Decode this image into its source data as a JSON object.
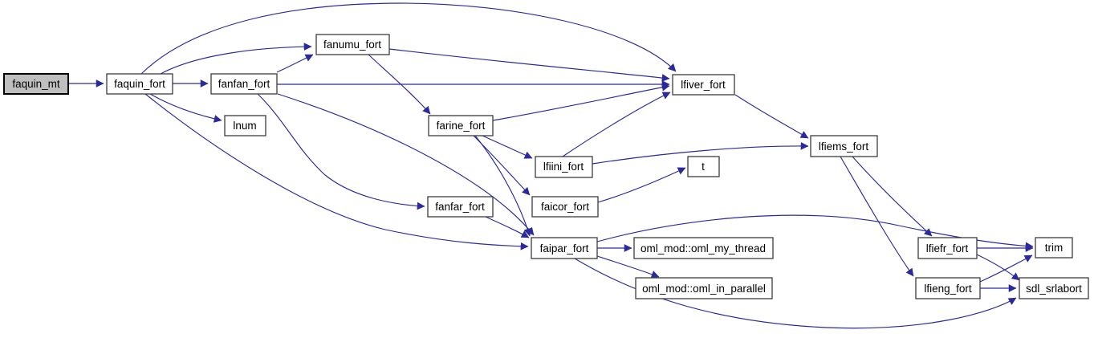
{
  "diagram": {
    "type": "call-graph",
    "edge_color": "#2a2a9c",
    "node_border_color": "#3c3c3c",
    "highlight_fill": "#bfbfbf",
    "nodes": [
      {
        "id": "faquin_mt",
        "label": "faquin_mt",
        "highlighted": true
      },
      {
        "id": "faquin_fort",
        "label": "faquin_fort",
        "highlighted": false
      },
      {
        "id": "fanfan_fort",
        "label": "fanfan_fort",
        "highlighted": false
      },
      {
        "id": "lnum",
        "label": "lnum",
        "highlighted": false
      },
      {
        "id": "fanumu_fort",
        "label": "fanumu_fort",
        "highlighted": false
      },
      {
        "id": "farine_fort",
        "label": "farine_fort",
        "highlighted": false
      },
      {
        "id": "lfiini_fort",
        "label": "lfiini_fort",
        "highlighted": false
      },
      {
        "id": "t",
        "label": "t",
        "highlighted": false
      },
      {
        "id": "faicor_fort",
        "label": "faicor_fort",
        "highlighted": false
      },
      {
        "id": "fanfar_fort",
        "label": "fanfar_fort",
        "highlighted": false
      },
      {
        "id": "faipar_fort",
        "label": "faipar_fort",
        "highlighted": false
      },
      {
        "id": "oml_my_thread",
        "label": "oml_mod::oml_my_thread",
        "highlighted": false
      },
      {
        "id": "oml_in_parallel",
        "label": "oml_mod::oml_in_parallel",
        "highlighted": false
      },
      {
        "id": "lfiver_fort",
        "label": "lfiver_fort",
        "highlighted": false
      },
      {
        "id": "lfiems_fort",
        "label": "lfiems_fort",
        "highlighted": false
      },
      {
        "id": "lfiefr_fort",
        "label": "lfiefr_fort",
        "highlighted": false
      },
      {
        "id": "trim",
        "label": "trim",
        "highlighted": false
      },
      {
        "id": "lfieng_fort",
        "label": "lfieng_fort",
        "highlighted": false
      },
      {
        "id": "sdl_srlabort",
        "label": "sdl_srlabort",
        "highlighted": false
      }
    ],
    "edges": [
      "faquin_mt->faquin_fort",
      "faquin_fort->fanfan_fort",
      "faquin_fort->fanumu_fort",
      "faquin_fort->lfiver_fort",
      "faquin_fort->lnum",
      "faquin_fort->faipar_fort",
      "fanfan_fort->fanumu_fort",
      "fanfan_fort->lfiver_fort",
      "fanfan_fort->faipar_fort",
      "fanfan_fort->fanfar_fort",
      "fanumu_fort->farine_fort",
      "fanumu_fort->lfiver_fort",
      "farine_fort->lfiver_fort",
      "farine_fort->lfiini_fort",
      "farine_fort->faicor_fort",
      "farine_fort->faipar_fort",
      "lfiini_fort->lfiver_fort",
      "lfiini_fort->lfiems_fort",
      "faicor_fort->t",
      "fanfar_fort->faipar_fort",
      "faipar_fort->oml_mod::oml_my_thread",
      "faipar_fort->oml_mod::oml_in_parallel",
      "faipar_fort->trim",
      "faipar_fort->sdl_srlabort",
      "lfiver_fort->lfiems_fort",
      "lfiems_fort->lfiefr_fort",
      "lfiems_fort->lfieng_fort",
      "lfiefr_fort->trim",
      "lfiefr_fort->sdl_srlabort",
      "lfieng_fort->trim",
      "lfieng_fort->sdl_srlabort"
    ]
  }
}
